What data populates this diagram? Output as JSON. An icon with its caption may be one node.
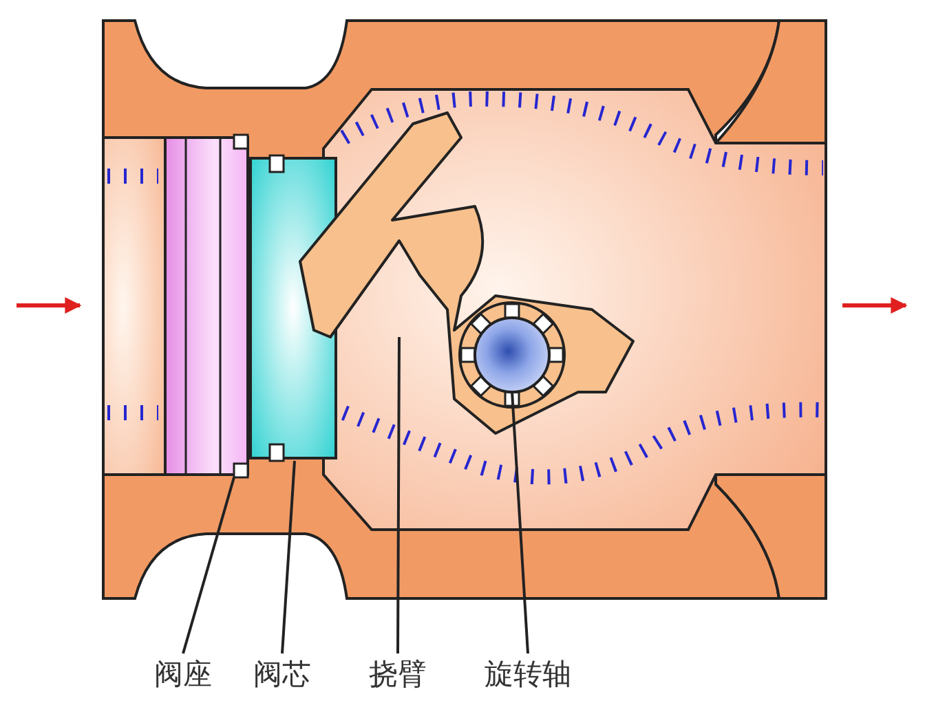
{
  "diagram": {
    "nodes": [
      {
        "text": [
          "阀座"
        ]
      },
      {
        "text": [
          "阀芯"
        ]
      },
      {
        "text": [
          "挠臂"
        ]
      },
      {
        "text": [
          "旋转轴"
        ]
      },
      {
        "text": [],
        "shape": "picture"
      },
      {
        "text": [],
        "shape": "picture"
      },
      {
        "text": [],
        "shape": "picture"
      },
      {
        "text": [],
        "shape": "picture",
        "in": 6
      }
    ],
    "edges": [
      {
        "from": 0,
        "to": 4,
        "arrow": "none"
      },
      {
        "from": 1,
        "to": 5,
        "arrow": "none"
      },
      {
        "from": 2,
        "to": 6,
        "arrow": "none"
      },
      {
        "from": 3,
        "to": 7,
        "arrow": "none"
      }
    ]
  }
}
